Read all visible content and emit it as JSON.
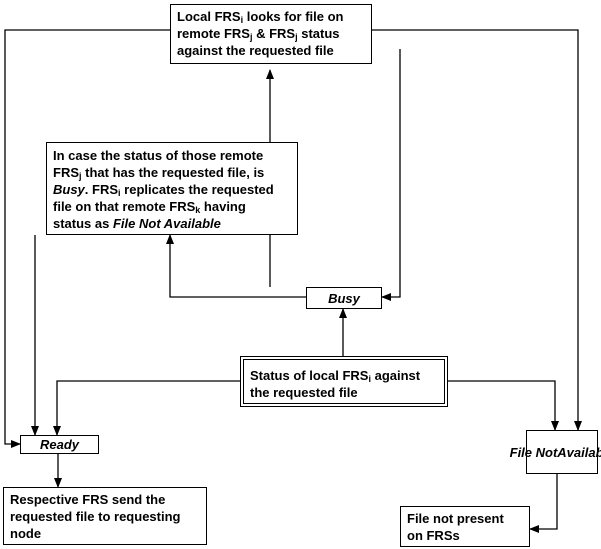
{
  "nodes": {
    "local_lookup": {
      "lines": [
        [
          {
            "t": "Local FRS"
          },
          {
            "sub": "i"
          },
          {
            "t": " looks for file on"
          }
        ],
        [
          {
            "t": "remote FRS"
          },
          {
            "sub": "j"
          },
          {
            "t": " & FRS"
          },
          {
            "sub": "j"
          },
          {
            "t": " status"
          }
        ],
        [
          {
            "t": "against the requested file"
          }
        ]
      ]
    },
    "busy_case": {
      "lines": [
        [
          {
            "t": "In case the status of those remote"
          }
        ],
        [
          {
            "t": "FRS"
          },
          {
            "sub": "j"
          },
          {
            "t": " that has the requested file, is"
          }
        ],
        [
          {
            "i": "Busy"
          },
          {
            "t": ". FRS"
          },
          {
            "sub": "i"
          },
          {
            "t": " replicates the requested"
          }
        ],
        [
          {
            "t": "file on that remote FRS"
          },
          {
            "sub": "k"
          },
          {
            "t": " having"
          }
        ],
        [
          {
            "t": "status as "
          },
          {
            "i": "File Not Available"
          }
        ]
      ]
    },
    "busy": {
      "lines": [
        [
          {
            "i": "Busy"
          }
        ]
      ]
    },
    "status": {
      "lines": [
        [
          {
            "t": "Status of local FRS"
          },
          {
            "sub": "i"
          },
          {
            "t": " against"
          }
        ],
        [
          {
            "t": "the requested file"
          }
        ]
      ]
    },
    "ready": {
      "lines": [
        [
          {
            "i": "Ready"
          }
        ]
      ]
    },
    "file_not_available": {
      "lines": [
        [
          {
            "i": "File Not"
          }
        ],
        [
          {
            "i": "Available"
          }
        ]
      ]
    },
    "send_file": {
      "lines": [
        [
          {
            "t": "Respective FRS send the"
          }
        ],
        [
          {
            "t": "requested file to requesting"
          }
        ],
        [
          {
            "t": "node"
          }
        ]
      ]
    },
    "not_present": {
      "lines": [
        [
          {
            "t": "File not present"
          }
        ],
        [
          {
            "t": "on FRSs"
          }
        ]
      ]
    }
  }
}
